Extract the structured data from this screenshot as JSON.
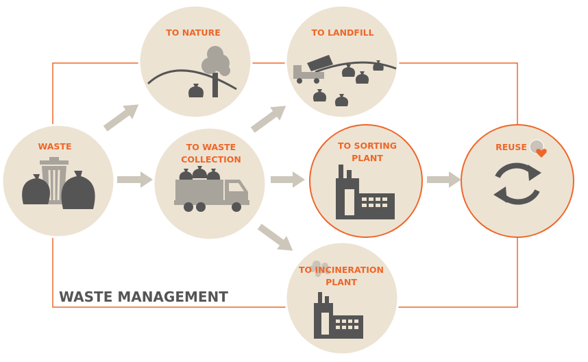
{
  "diagram": {
    "title": "WASTE MANAGEMENT",
    "nodes": {
      "waste": {
        "label": "WASTE"
      },
      "nature": {
        "label": "TO NATURE"
      },
      "landfill": {
        "label": "TO LANDFILL"
      },
      "collection": {
        "line1": "TO WASTE",
        "line2": "COLLECTION"
      },
      "sorting": {
        "line1": "TO SORTING",
        "line2": "PLANT"
      },
      "reuse": {
        "label": "REUSE"
      },
      "incineration": {
        "line1": "TO INCINERATION",
        "line2": "PLANT"
      }
    }
  },
  "colors": {
    "accent": "#ee6627",
    "circle_fill": "#ede3d3",
    "icon_dark": "#555555",
    "arrow": "#cdc6ba"
  }
}
